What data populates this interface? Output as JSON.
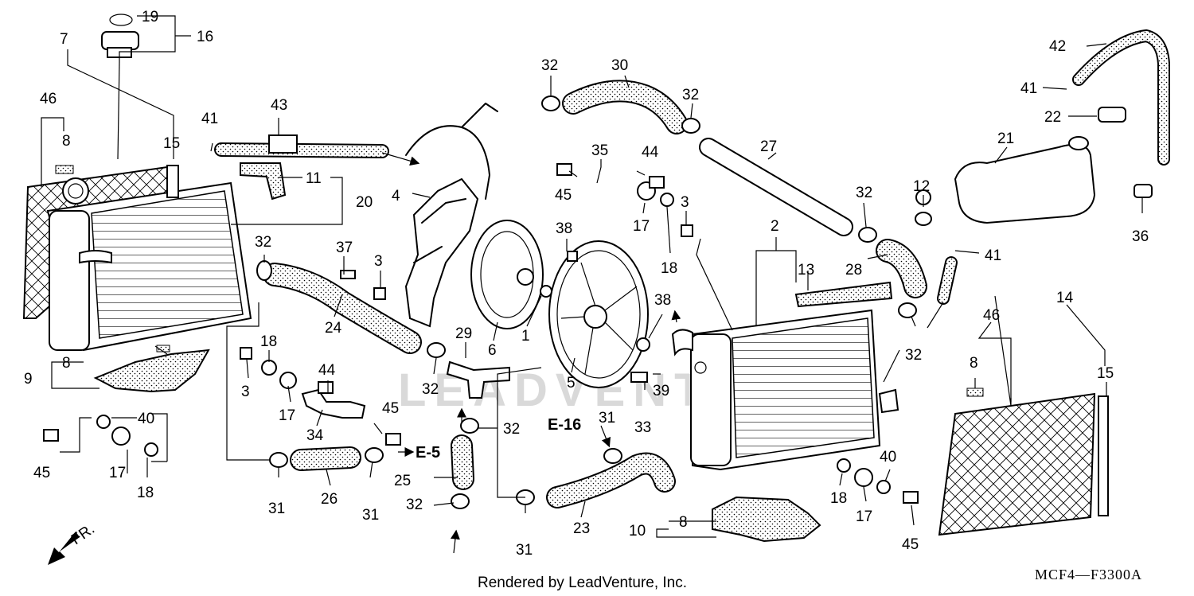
{
  "diagram": {
    "watermark": "LEADVENTURE",
    "footer": "Rendered by LeadVenture, Inc.",
    "drawing_code": "MCF4—F3300A",
    "direction_label": "FR.",
    "refs": {
      "e16": "E-16",
      "e5": "E-5"
    },
    "callouts": {
      "c19": "19",
      "c16": "16",
      "c7": "7",
      "c46a": "46",
      "c8a": "8",
      "c15a": "15",
      "c41a": "41",
      "c43": "43",
      "c11": "11",
      "c20": "20",
      "c32a": "32",
      "c37": "37",
      "c3a": "3",
      "c24": "24",
      "c4": "4",
      "c6": "6",
      "c1": "1",
      "c38a": "38",
      "c9": "9",
      "c8b": "8",
      "c18a": "18",
      "c3b": "3",
      "c44a": "44",
      "c17a": "17",
      "c34": "34",
      "c45a": "45",
      "c40a": "40",
      "c17b": "17",
      "c18b": "18",
      "c45b": "45",
      "c31a": "31",
      "c26": "26",
      "c31b": "31",
      "c29": "29",
      "c32b": "32",
      "c32c": "32",
      "c25": "25",
      "c32d": "32",
      "c31c": "31",
      "c23": "23",
      "c31d": "31",
      "c5": "5",
      "c32e": "32",
      "c30": "30",
      "c32f": "32",
      "c35": "35",
      "c44b": "44",
      "c45c": "45",
      "c17c": "17",
      "c18c": "18",
      "c3c": "3",
      "c38b": "38",
      "c39": "39",
      "c33": "33",
      "c27": "27",
      "c32g": "32",
      "c2": "2",
      "c13": "13",
      "c28": "28",
      "c32h": "32",
      "c12": "12",
      "c41b": "41",
      "c42": "42",
      "c41c": "41",
      "c22": "22",
      "c21": "21",
      "c36": "36",
      "c14": "14",
      "c46b": "46",
      "c8c": "8",
      "c15b": "15",
      "c10": "10",
      "c8d": "8",
      "c18d": "18",
      "c17d": "17",
      "c40b": "40",
      "c45d": "45"
    }
  }
}
